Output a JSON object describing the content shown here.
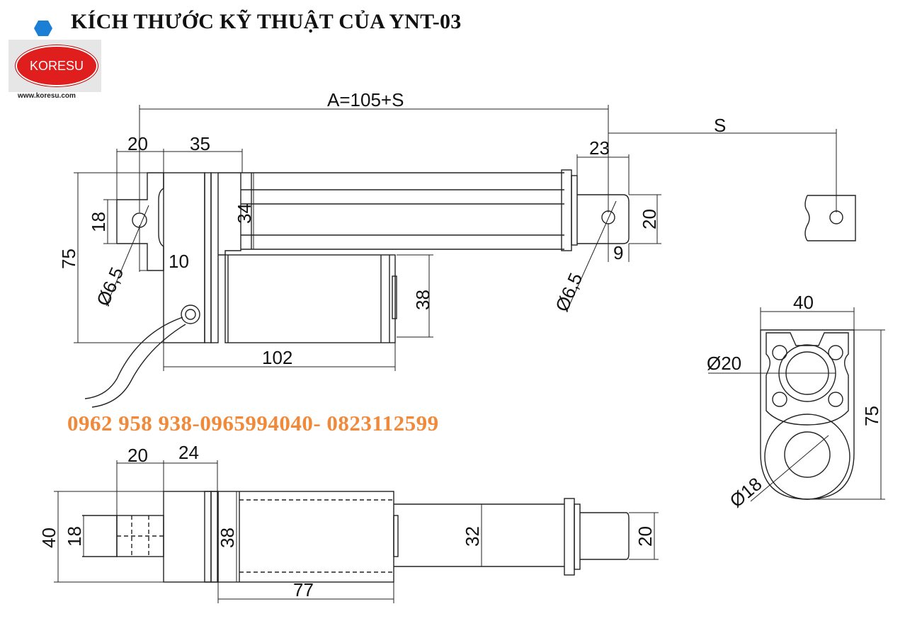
{
  "title": "KÍCH THƯỚC KỸ THUẬT CỦA YNT-03",
  "bullet_icon": "hexagon-bullet-icon",
  "logo": {
    "brand": "KORESU",
    "website": "www.koresu.com",
    "color": "#e01e1e"
  },
  "contact": {
    "phones": "0962 958 938-0965994040- 0823112599",
    "color": "#f08a3a"
  },
  "dimensions": {
    "overall_length": "A=105+S",
    "stroke": "S",
    "rear_clevis_width": "20",
    "gearbox_width": "35",
    "front_eye_length": "23",
    "rear_slot_height": "18",
    "body_height": "75",
    "tube_diameter": "34",
    "rear_hole_offset": "10",
    "rear_hole_dia": "Ø6,5",
    "motor_diameter": "38",
    "motor_length": "102",
    "front_eye_height": "20",
    "front_hole_offset": "9",
    "front_hole_dia": "Ø6,5",
    "end_width": "40",
    "end_bore": "Ø20",
    "end_height": "75",
    "end_hole": "Ø18",
    "top_clevis": "20",
    "top_housing": "24",
    "top_height": "40",
    "top_slot": "18",
    "top_motor": "38",
    "top_rod": "32",
    "top_eye": "20",
    "top_motor_length": "77"
  }
}
